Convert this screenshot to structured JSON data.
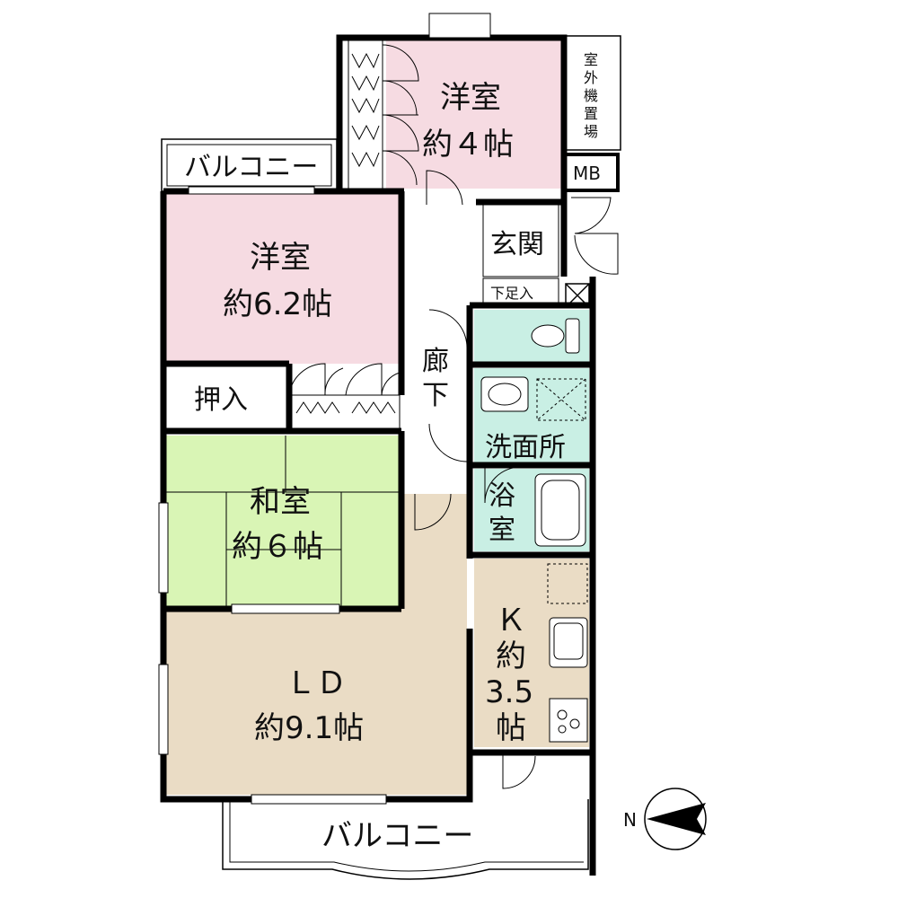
{
  "rooms": {
    "western_small": {
      "name": "洋室",
      "size": "約４帖"
    },
    "western_large": {
      "name": "洋室",
      "size": "約6.2帖"
    },
    "japanese": {
      "name": "和室",
      "size": "約６帖"
    },
    "ld": {
      "name": "ＬＤ",
      "size": "約9.1帖"
    },
    "kitchen": {
      "line1": "Ｋ",
      "line2": "約",
      "line3": "3.5",
      "line4": "帖"
    },
    "entrance": "玄関",
    "shoe_storage": "下足入",
    "hallway_1": "廊",
    "hallway_2": "下",
    "washroom": "洗面所",
    "bath_1": "浴",
    "bath_2": "室",
    "closet": "押入",
    "mb": "MB",
    "outdoor_unit": [
      "室",
      "外",
      "機",
      "置",
      "場"
    ],
    "balcony_top": "バルコニー",
    "balcony_bottom": "バルコニー"
  },
  "compass": {
    "label": "N"
  },
  "colors": {
    "western": "#f6dbe2",
    "japanese": "#d9f5b5",
    "ld": "#eadcc5",
    "kitchen": "#eadcc5",
    "wet": "#c9efe4",
    "wall": "#000000"
  }
}
